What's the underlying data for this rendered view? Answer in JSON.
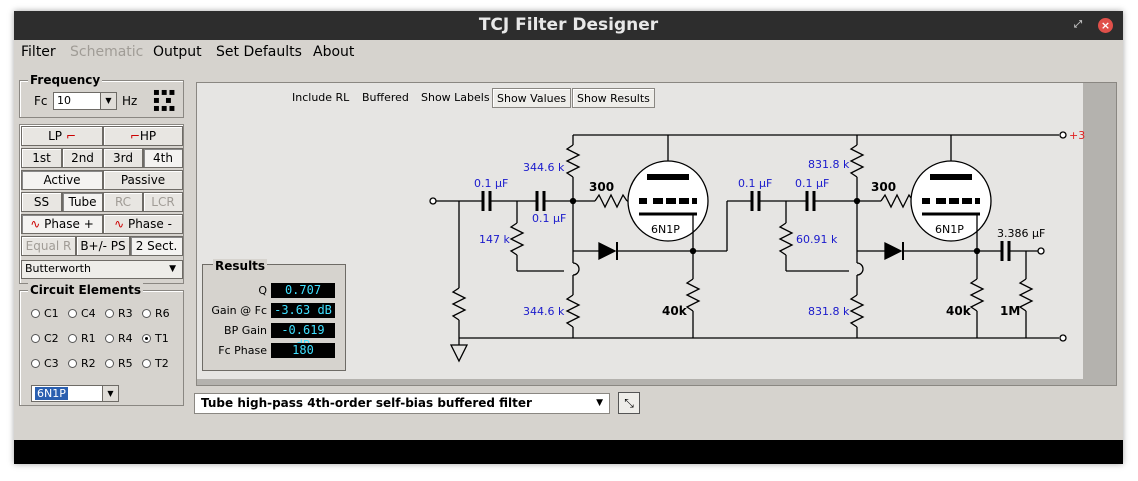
{
  "window": {
    "title": "TCJ Filter Designer"
  },
  "menu": [
    {
      "label": "Filter",
      "enabled": true
    },
    {
      "label": "Schematic",
      "enabled": false
    },
    {
      "label": "Output",
      "enabled": true
    },
    {
      "label": "Set Defaults",
      "enabled": true
    },
    {
      "label": "About",
      "enabled": true
    }
  ],
  "frequency": {
    "group_label": "Frequency",
    "fc_label": "Fc",
    "fc_value": "10",
    "unit": "Hz"
  },
  "filter_buttons": {
    "lp": "LP",
    "hp": "HP",
    "order_1": "1st",
    "order_2": "2nd",
    "order_3": "3rd",
    "order_4": "4th",
    "active": "Active",
    "passive": "Passive",
    "ss": "SS",
    "tube": "Tube",
    "rc": "RC",
    "lcr": "LCR",
    "phase_plus": "Phase +",
    "phase_minus": "Phase -",
    "equal_r": "Equal R",
    "bpm_ps": "B+/- PS",
    "two_sect": "2 Sect.",
    "response": "Butterworth"
  },
  "circuit_elements": {
    "group_label": "Circuit Elements",
    "rows": [
      [
        "C1",
        "C4",
        "R3",
        "R6"
      ],
      [
        "C2",
        "R1",
        "R4",
        "T1"
      ],
      [
        "C3",
        "R2",
        "R5",
        "T2"
      ]
    ],
    "selected": "T1",
    "tube_type": "6N1P"
  },
  "schematic": {
    "toggles": {
      "include_rl": "Include RL",
      "buffered": "Buffered",
      "show_labels": "Show Labels",
      "show_values": "Show Values",
      "show_results": "Show Results"
    },
    "labels": {
      "c1": "0.1 µF",
      "c2": "0.1 µF",
      "r_top1": "344.6 k",
      "r_shunt1": "147 k",
      "r_series1": "300",
      "r_bot1": "344.6 k",
      "tube1": "6N1P",
      "load1": "40k",
      "c3": "0.1 µF",
      "c4": "0.1 µF",
      "r_top2": "831.8 k",
      "r_shunt2": "60.91 k",
      "r_series2": "300",
      "r_bot2": "831.8 k",
      "tube2": "6N1P",
      "load2": "40k",
      "c_out": "3.386 µF",
      "r_out": "1M",
      "supply": "+3"
    }
  },
  "results": {
    "title": "Results",
    "rows": [
      {
        "label": "Q",
        "value": "0.707"
      },
      {
        "label": "Gain @ Fc",
        "value": "-3.63 dB"
      },
      {
        "label": "BP Gain",
        "value": "-0.619 dB"
      },
      {
        "label": "Fc Phase",
        "value": "180"
      }
    ]
  },
  "description": "Tube high-pass 4th-order self-bias buffered filter",
  "colors": {
    "value_blue": "#1a1acc",
    "supply_red": "#e02020",
    "result_cyan": "#3fe0ff"
  }
}
